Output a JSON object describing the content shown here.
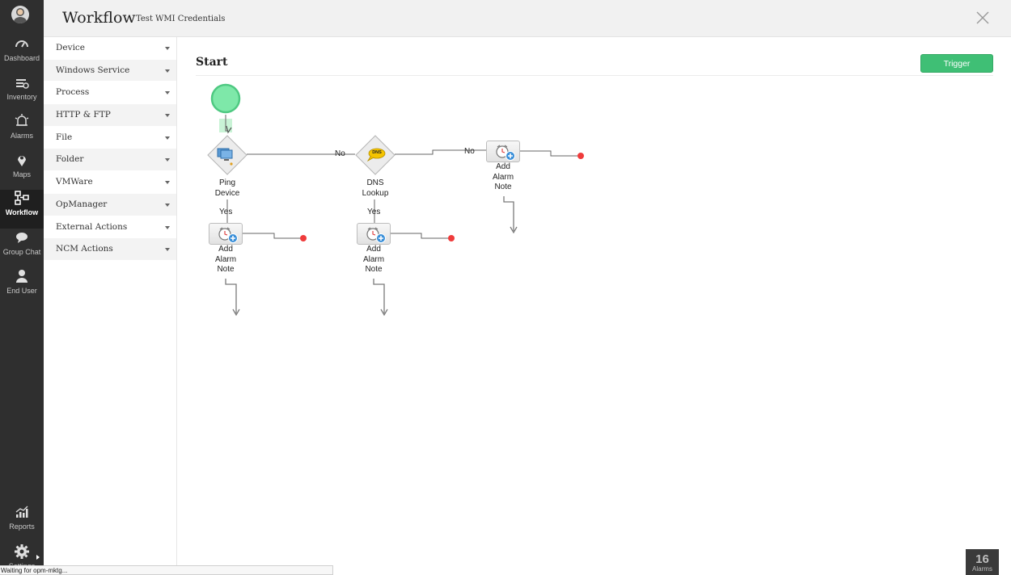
{
  "nav": {
    "items": [
      {
        "label": "Dashboard",
        "icon": "dashboard-icon"
      },
      {
        "label": "Inventory",
        "icon": "inventory-icon"
      },
      {
        "label": "Alarms",
        "icon": "alarm-bell-icon"
      },
      {
        "label": "Maps",
        "icon": "map-pin-icon"
      },
      {
        "label": "Workflow",
        "icon": "workflow-icon"
      },
      {
        "label": "Group Chat",
        "icon": "chat-icon"
      },
      {
        "label": "End User",
        "icon": "user-icon"
      },
      {
        "label": "Reports",
        "icon": "reports-icon"
      },
      {
        "label": "Settings",
        "icon": "gear-icon"
      }
    ],
    "active": "Workflow"
  },
  "header": {
    "title": "Workflow",
    "subtitle": "Test WMI Credentials"
  },
  "categories": [
    "Device",
    "Windows Service",
    "Process",
    "HTTP & FTP",
    "File",
    "Folder",
    "VMWare",
    "OpManager",
    "External Actions",
    "NCM Actions"
  ],
  "main": {
    "title": "Start",
    "trigger_label": "Trigger"
  },
  "workflow": {
    "nodes": {
      "ping": {
        "line1": "Ping",
        "line2": "Device"
      },
      "dns": {
        "line1": "DNS",
        "line2": "Lookup",
        "badge": "DNS"
      },
      "note1": {
        "line1": "Add",
        "line2": "Alarm",
        "line3": "Note"
      },
      "note2": {
        "line1": "Add",
        "line2": "Alarm",
        "line3": "Note"
      },
      "note3": {
        "line1": "Add",
        "line2": "Alarm",
        "line3": "Note"
      }
    },
    "edges": {
      "no1": "No",
      "no2": "No",
      "yes1": "Yes",
      "yes2": "Yes"
    }
  },
  "status": {
    "text": "Waiting for opm-mktg..."
  },
  "alarms_badge": {
    "count": "16",
    "label": "Alarms"
  },
  "colors": {
    "accent_green": "#3fbf75",
    "start_node": "#7ee8a9",
    "end_dot": "#ef3b3b",
    "nav_bg": "#2f2f2f"
  }
}
